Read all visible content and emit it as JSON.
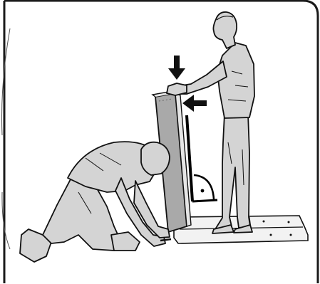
{
  "illustration": {
    "figures": [
      "standing-person",
      "kneeling-person"
    ],
    "objects": [
      "upright-panel",
      "base-frame"
    ],
    "indicators": [
      "down-arrow",
      "left-arrow",
      "right-angle-mark"
    ],
    "colors": {
      "outline": "#111111",
      "figure_fill": "#d4d4d4",
      "panel_face": "#a9a9a9",
      "panel_side": "#e6e6e6",
      "base_fill": "#f2f2f2",
      "frame": "#1a1a1a",
      "angle_line": "#000000"
    }
  }
}
